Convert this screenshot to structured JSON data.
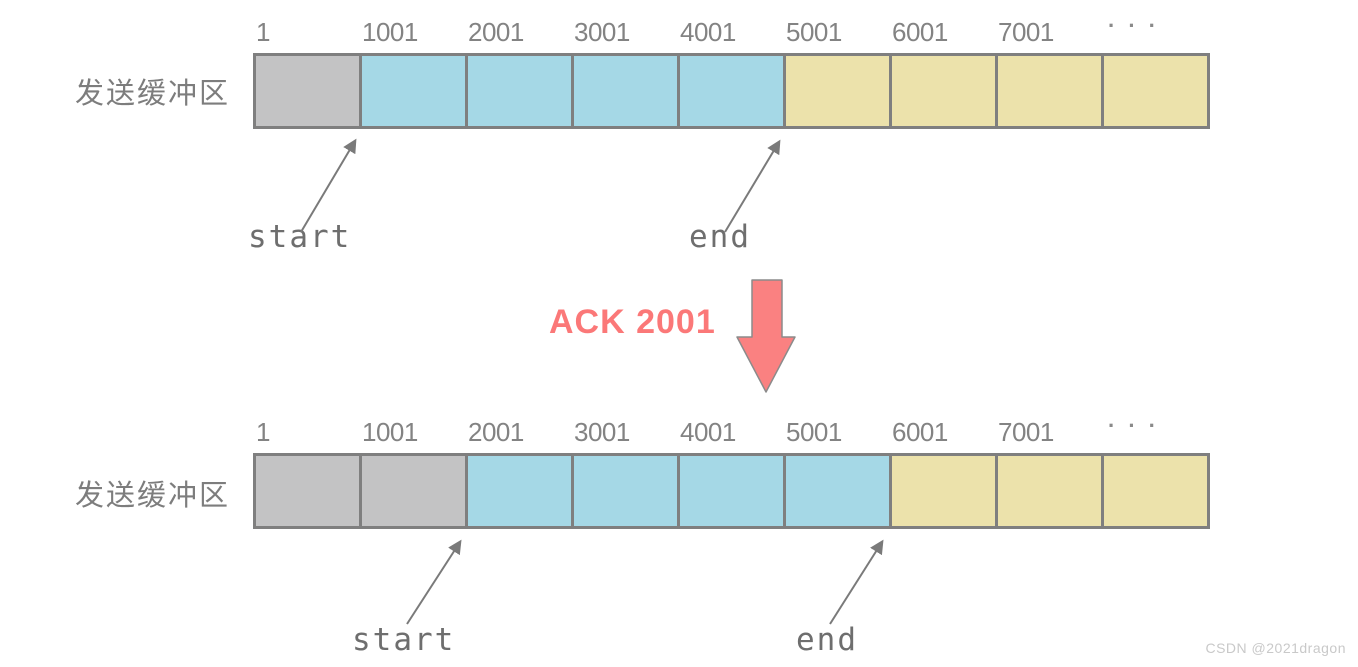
{
  "diagram": {
    "row_label": "发送缓冲区",
    "ellipsis": "···",
    "ack_label": "ACK 2001",
    "colors": {
      "acked": "#c3c3c4",
      "window": "#a5d8e6",
      "pending": "#ece2ab",
      "border": "#7f7f7f",
      "arrow_stroke": "#7a7a7a",
      "arrow_red_fill": "#fa8181",
      "arrow_red_stroke": "#8b8b8b",
      "ack_text": "#fb7878",
      "label_text": "#7d7d7d",
      "tick_text": "#838383",
      "pointer_text": "#6e6e6e",
      "watermark_text": "#c9c9c9"
    },
    "buffers": {
      "before": {
        "ticks": [
          "1",
          "1001",
          "2001",
          "3001",
          "4001",
          "5001",
          "6001",
          "7001"
        ],
        "cells": [
          "acked",
          "window",
          "window",
          "window",
          "window",
          "pending",
          "pending",
          "pending",
          "pending"
        ],
        "start_label": "start",
        "end_label": "end"
      },
      "after": {
        "ticks": [
          "1",
          "1001",
          "2001",
          "3001",
          "4001",
          "5001",
          "6001",
          "7001"
        ],
        "cells": [
          "acked",
          "acked",
          "window",
          "window",
          "window",
          "window",
          "pending",
          "pending",
          "pending"
        ],
        "start_label": "start",
        "end_label": "end"
      }
    }
  },
  "watermark": "CSDN @2021dragon"
}
